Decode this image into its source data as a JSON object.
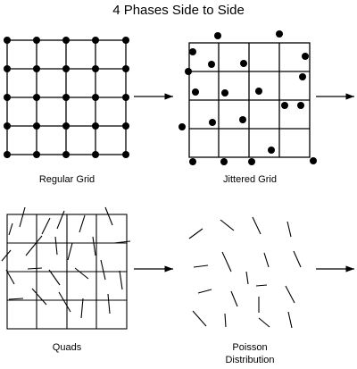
{
  "title": "4 Phases Side to Side",
  "captions": {
    "regular": "Regular Grid",
    "jittered": "Jittered Grid",
    "quads": "Quads",
    "poisson_line1": "Poisson",
    "poisson_line2": "Distribution"
  }
}
